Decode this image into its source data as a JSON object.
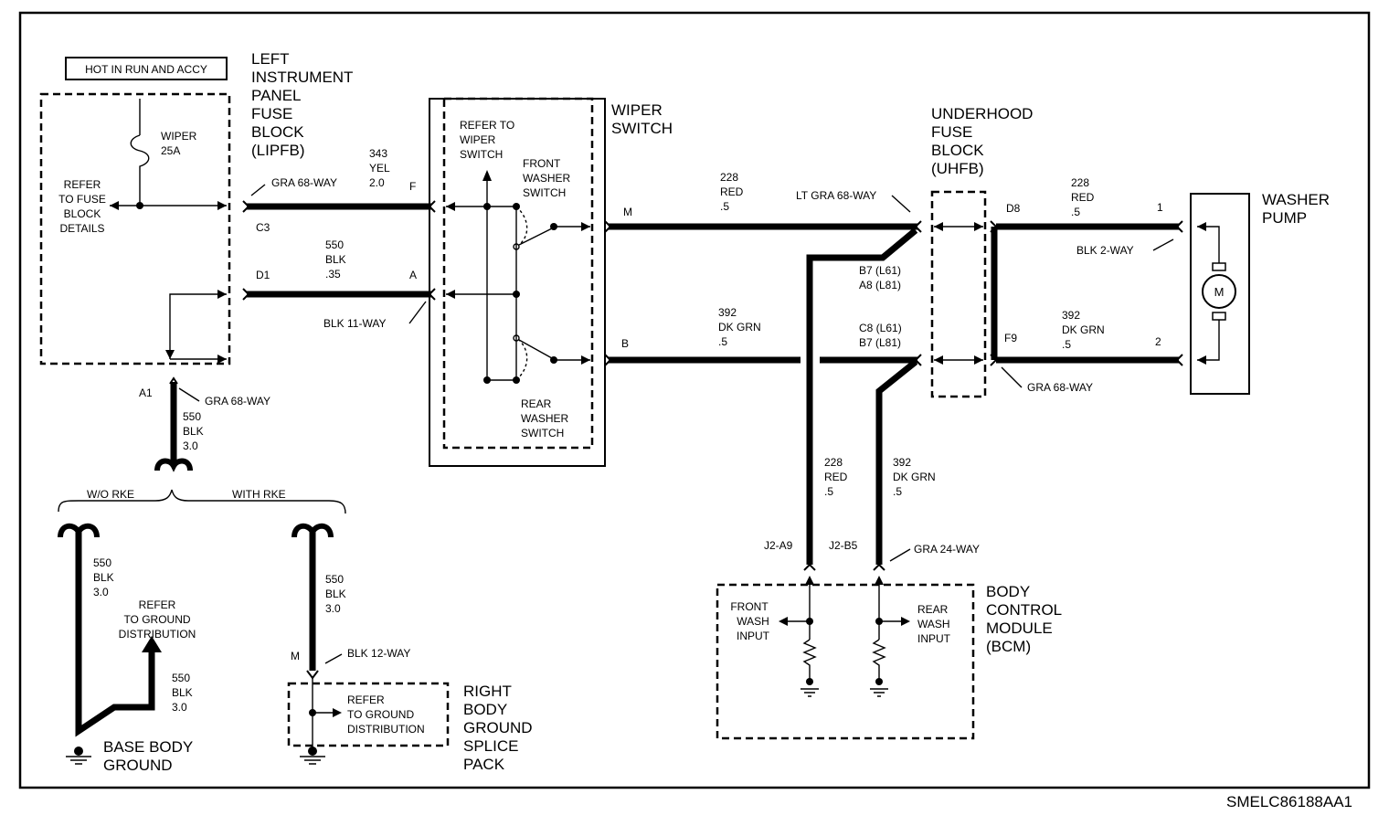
{
  "labels": {
    "hot_run_accy": "HOT IN RUN AND ACCY",
    "lipfb": [
      "LEFT",
      "INSTRUMENT",
      "PANEL",
      "FUSE",
      "BLOCK",
      "(LIPFB)"
    ],
    "fuse": [
      "WIPER",
      "25A"
    ],
    "refer_fuse": [
      "REFER",
      "TO FUSE",
      "BLOCK",
      "DETAILS"
    ],
    "gra68_top": "GRA 68-WAY",
    "pin_c3": "C3",
    "pin_d1": "D1",
    "pin_f": "F",
    "pin_a": "A",
    "w343": [
      "343",
      "YEL",
      "2.0"
    ],
    "w550_top": [
      "550",
      "BLK",
      ".35"
    ],
    "blk11": "BLK 11-WAY",
    "pin_a1": "A1",
    "gra68_a1": "GRA 68-WAY",
    "w550_a1": [
      "550",
      "BLK",
      "3.0"
    ],
    "wo_rke": "W/O RKE",
    "with_rke": "WITH RKE",
    "w550_left": [
      "550",
      "BLK",
      "3.0"
    ],
    "refer_ground": [
      "REFER",
      "TO GROUND",
      "DISTRIBUTION"
    ],
    "w550_left2": [
      "550",
      "BLK",
      "3.0"
    ],
    "base_ground": [
      "BASE BODY",
      "GROUND"
    ],
    "w550_right": [
      "550",
      "BLK",
      "3.0"
    ],
    "pin_m_left": "M",
    "blk12": "BLK 12-WAY",
    "refer_ground2": [
      "REFER",
      "TO GROUND",
      "DISTRIBUTION"
    ],
    "rbgsp": [
      "RIGHT",
      "BODY",
      "GROUND",
      "SPLICE",
      "PACK"
    ],
    "wiper_switch": [
      "WIPER",
      "SWITCH"
    ],
    "refer_wiper": [
      "REFER TO",
      "WIPER",
      "SWITCH"
    ],
    "front_washer": [
      "FRONT",
      "WASHER",
      "SWITCH"
    ],
    "rear_washer": [
      "REAR",
      "WASHER",
      "SWITCH"
    ],
    "pin_m": "M",
    "pin_b": "B",
    "w228_top": [
      "228",
      "RED",
      ".5"
    ],
    "w392_top": [
      "392",
      "DK GRN",
      ".5"
    ],
    "lt_gra68": "LT GRA 68-WAY",
    "b7_a8": [
      "B7 (L61)",
      "A8 (L81)"
    ],
    "c8_b7": [
      "C8 (L61)",
      "B7 (L81)"
    ],
    "uhfb": [
      "UNDERHOOD",
      "FUSE",
      "BLOCK",
      "(UHFB)"
    ],
    "pin_d8": "D8",
    "pin_f9": "F9",
    "w228_right": [
      "228",
      "RED",
      ".5"
    ],
    "w392_right": [
      "392",
      "DK GRN",
      ".5"
    ],
    "pin_1": "1",
    "pin_2": "2",
    "blk2": "BLK 2-WAY",
    "gra68_bottom": "GRA 68-WAY",
    "washer_pump": [
      "WASHER",
      "PUMP"
    ],
    "motor": "M",
    "w228_bcm": [
      "228",
      "RED",
      ".5"
    ],
    "w392_bcm": [
      "392",
      "DK GRN",
      ".5"
    ],
    "j2a9": "J2-A9",
    "j2b5": "J2-B5",
    "gra24": "GRA 24-WAY",
    "front_wash_input": [
      "FRONT",
      "WASH",
      "INPUT"
    ],
    "rear_wash_input": [
      "REAR",
      "WASH",
      "INPUT"
    ],
    "bcm": [
      "BODY",
      "CONTROL",
      "MODULE",
      "(BCM)"
    ],
    "code": "SMELC86188AA1"
  }
}
